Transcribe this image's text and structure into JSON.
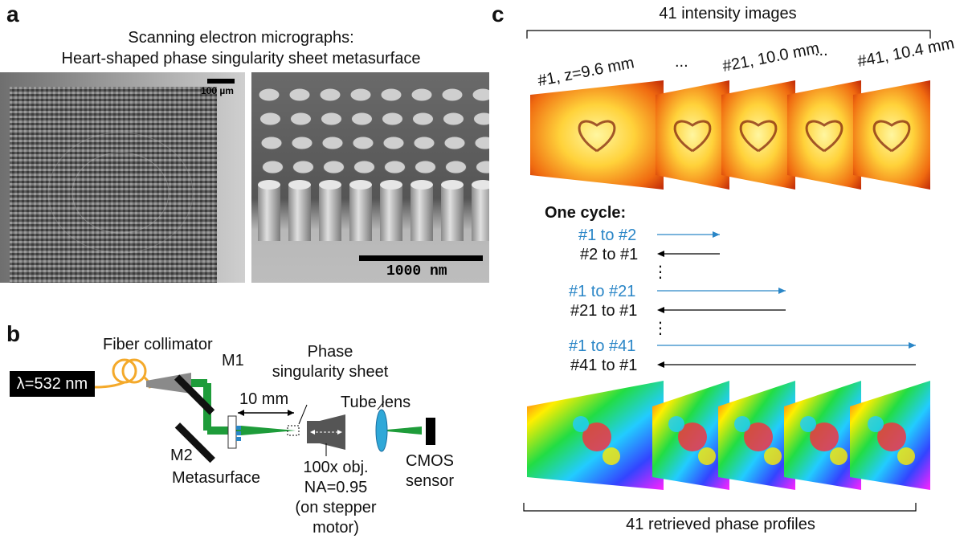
{
  "panel_a": {
    "letter": "a",
    "title_line1": "Scanning electron micrographs:",
    "title_line2": "Heart-shaped phase singularity sheet metasurface",
    "scale_bar_left": "100 µm",
    "scale_bar_right": "1000 nm"
  },
  "panel_b": {
    "letter": "b",
    "laser_label": "λ=532 nm",
    "fiber_collimator": "Fiber collimator",
    "m1": "M1",
    "m2": "M2",
    "distance": "10 mm",
    "phase_sheet_line1": "Phase",
    "phase_sheet_line2": "singularity sheet",
    "tube_lens": "Tube lens",
    "metasurface": "Metasurface",
    "objective_line1": "100x obj.",
    "objective_line2": "NA=0.95",
    "objective_line3": "(on stepper motor)",
    "cmos_line1": "CMOS",
    "cmos_line2": "sensor"
  },
  "panel_c": {
    "letter": "c",
    "top_label": "41 intensity images",
    "img_labels": [
      "#1, z=9.6 mm",
      "...",
      "#21, 10.0 mm",
      "...",
      "#41, 10.4 mm"
    ],
    "cycle_title": "One cycle:",
    "cycle_rows": [
      {
        "fwd": "#1 to #2",
        "back": "#2 to #1"
      },
      {
        "fwd": "#1 to #21",
        "back": "#21 to #1"
      },
      {
        "fwd": "#1 to #41",
        "back": "#41 to #1"
      }
    ],
    "vdots": "⋮",
    "bottom_label": "41 retrieved phase profiles"
  },
  "colors": {
    "blue_arrow": "#2a86c7",
    "beam": "#1e9c3a",
    "fiber": "#f4a92a",
    "lens": "#2fa8d8"
  }
}
